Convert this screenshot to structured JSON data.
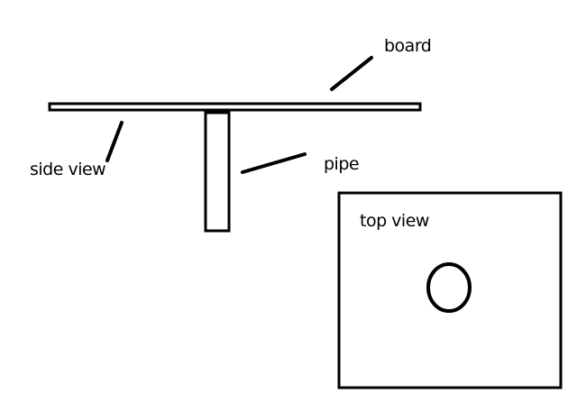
{
  "diagram": {
    "labels": {
      "board": "board",
      "pipe": "pipe",
      "side_view": "side view",
      "top_view": "top view"
    },
    "colors": {
      "ink": "#000000",
      "background": "#ffffff"
    }
  }
}
